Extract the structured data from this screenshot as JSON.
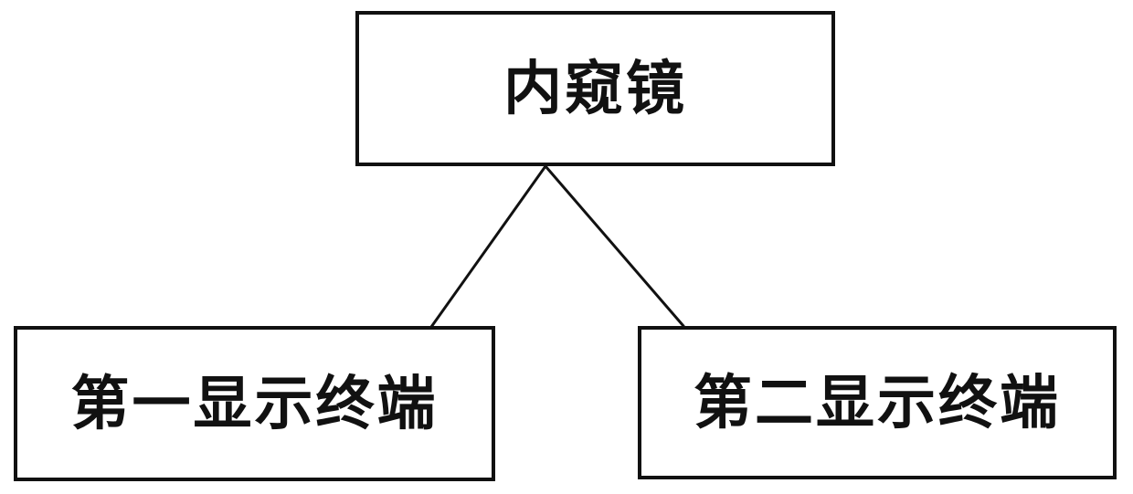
{
  "figure": {
    "type": "block-diagram",
    "background_color": "#ffffff",
    "line_color": "#111111",
    "nodes": [
      {
        "id": "endoscope",
        "label": "内窥镜"
      },
      {
        "id": "first-display-terminal",
        "label": "第一显示终端"
      },
      {
        "id": "second-display-terminal",
        "label": "第二显示终端"
      }
    ],
    "edges": [
      {
        "from": "endoscope",
        "to": "first-display-terminal"
      },
      {
        "from": "endoscope",
        "to": "second-display-terminal"
      }
    ]
  }
}
